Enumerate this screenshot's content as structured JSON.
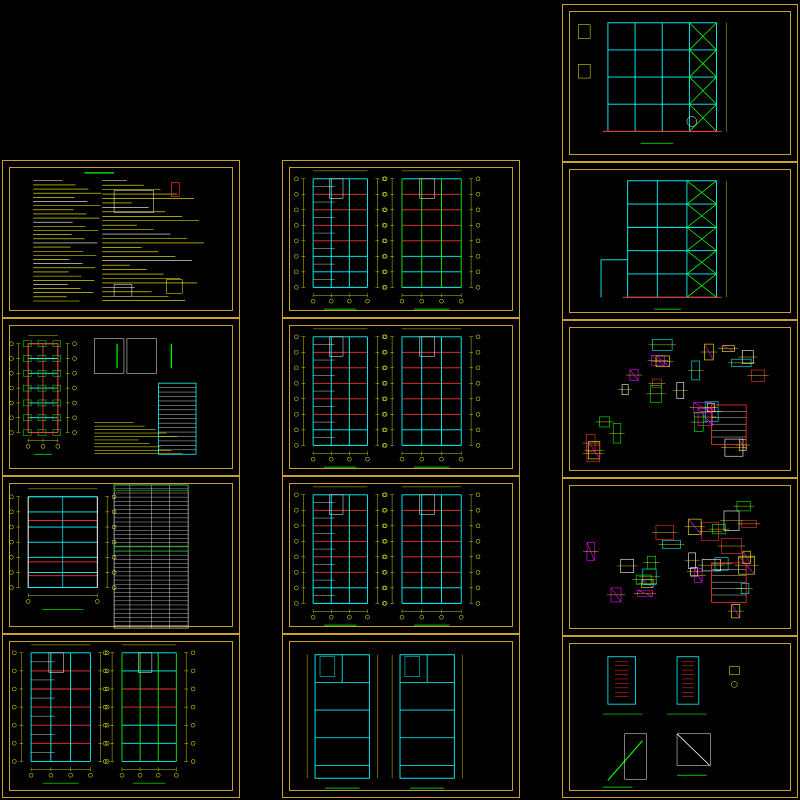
{
  "colors": {
    "background": "#000000",
    "frame": "#c8a02a",
    "axis": "#ffff00",
    "beam": "#00ffff",
    "brace": "#00ff00",
    "red": "#ff3030",
    "magenta": "#ff00ff",
    "white": "#ffffff"
  },
  "sheets": [
    {
      "id": "s1",
      "kind": "notes"
    },
    {
      "id": "s2",
      "kind": "foundation"
    },
    {
      "id": "s3",
      "kind": "table-plan"
    },
    {
      "id": "s4",
      "kind": "double-plan"
    },
    {
      "id": "s5",
      "kind": "double-plan"
    },
    {
      "id": "s6",
      "kind": "double-plan"
    },
    {
      "id": "s7",
      "kind": "double-plan"
    },
    {
      "id": "s8",
      "kind": "double-elevation"
    },
    {
      "id": "s9",
      "kind": "elevation-brace"
    },
    {
      "id": "s10",
      "kind": "elevation-brace"
    },
    {
      "id": "s11",
      "kind": "details"
    },
    {
      "id": "s12",
      "kind": "details"
    },
    {
      "id": "s13",
      "kind": "stair-details"
    }
  ]
}
